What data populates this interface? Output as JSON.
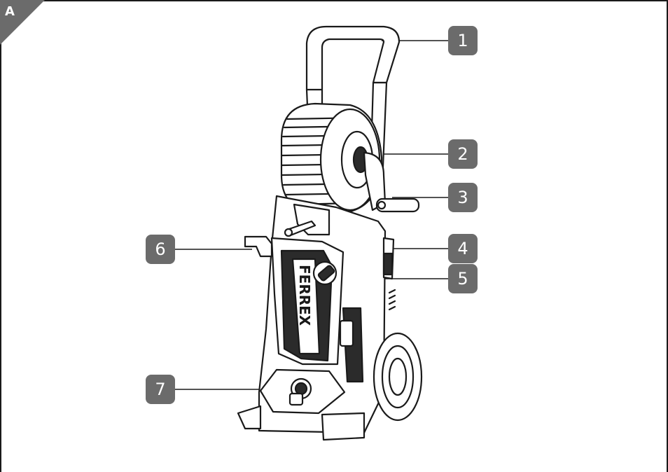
{
  "figure": {
    "section_label": "A",
    "brand_text": "FERREX",
    "callouts": [
      {
        "number": "1",
        "part": "handle"
      },
      {
        "number": "2",
        "part": "hose-reel"
      },
      {
        "number": "3",
        "part": "reel-crank"
      },
      {
        "number": "4",
        "part": "side-holder"
      },
      {
        "number": "5",
        "part": "control-knob"
      },
      {
        "number": "6",
        "part": "cable-hook"
      },
      {
        "number": "7",
        "part": "water-inlet"
      }
    ],
    "colors": {
      "frame": "#1a1a1a",
      "callout_bg": "#6b6b6b",
      "callout_text": "#ffffff",
      "corner_tab": "#6b6b6b",
      "line": "#1a1a1a",
      "machine_fill": "#ffffff",
      "dark_fill": "#2b2b2b"
    }
  }
}
